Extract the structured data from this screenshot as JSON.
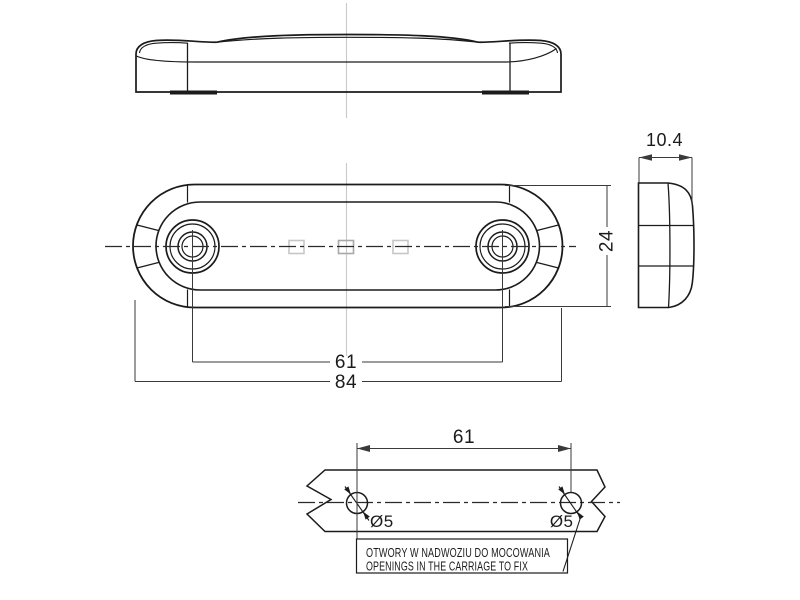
{
  "drawing": {
    "title": "marker-lamp-technical-drawing",
    "views": {
      "top": "top-profile-view",
      "front": "front-view",
      "side": "side-view",
      "mounting": "mounting-holes-diagram"
    },
    "dimensions": {
      "overall_width": "84",
      "hole_spacing": "61",
      "body_height": "24",
      "body_depth": "10.4",
      "mount_hole_spacing": "61",
      "mount_hole_dia_left": "Ø5",
      "mount_hole_dia_right": "Ø5"
    },
    "note": {
      "line1": "OTWORY W NADWOZIU DO MOCOWANIA",
      "line2": "OPENINGS IN THE CARRIAGE TO FIX"
    },
    "colors": {
      "outline": "#1b1b1b",
      "dimension_line": "#3a3a3a",
      "centerline_faint": "#cacaca",
      "led_window_light": "#c6c6c6",
      "led_window_mid": "#a9a9a9",
      "background": "#ffffff"
    }
  }
}
